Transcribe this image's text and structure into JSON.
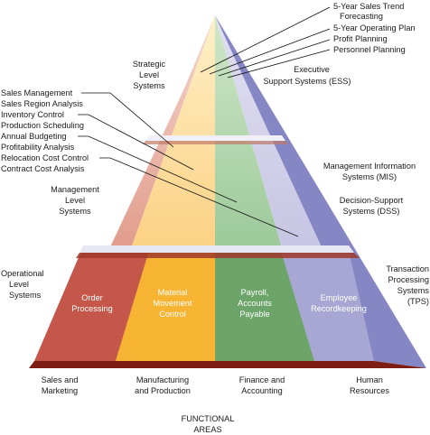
{
  "top_systems": [
    "5-Year Sales Trend",
    "Forecasting",
    "5-Year Operating Plan",
    "Profit Planning",
    "Personnel Planning"
  ],
  "levels": {
    "strategic": [
      "Strategic",
      "Level",
      "Systems"
    ],
    "management": [
      "Management",
      "Level",
      "Systems"
    ],
    "operational": [
      "Operational",
      "Level",
      "Systems"
    ]
  },
  "system_types": {
    "ess": [
      "Executive",
      "Support Systems (ESS)"
    ],
    "mis": [
      "Management Information",
      "Systems (MIS)"
    ],
    "dss": [
      "Decision-Support",
      "Systems (DSS)"
    ],
    "tps": [
      "Transaction",
      "Processing",
      "Systems",
      "(TPS)"
    ]
  },
  "management_systems": [
    "Sales Management",
    "Sales Region Analysis",
    "Inventory Control",
    "Production Scheduling",
    "Annual Budgeting",
    "Profitability Analysis",
    "Relocation Cost Control",
    "Contract Cost Analysis"
  ],
  "operational_systems": [
    [
      "Order",
      "Processing"
    ],
    [
      "Material",
      "Movement",
      "Control"
    ],
    [
      "Payroll,",
      "Accounts",
      "Payable"
    ],
    [
      "Employee",
      "Recordkeeping"
    ]
  ],
  "functional_areas": [
    [
      "Sales and",
      "Marketing"
    ],
    [
      "Manufacturing",
      "and Production"
    ],
    [
      "Finance and",
      "Accounting"
    ],
    [
      "Human",
      "Resources"
    ]
  ],
  "footer": [
    "FUNCTIONAL",
    "AREAS"
  ],
  "colors": {
    "sales": "#c8553d",
    "manufacturing": "#f5b233",
    "finance": "#6fa56f",
    "hr": "#a7a4cf"
  }
}
